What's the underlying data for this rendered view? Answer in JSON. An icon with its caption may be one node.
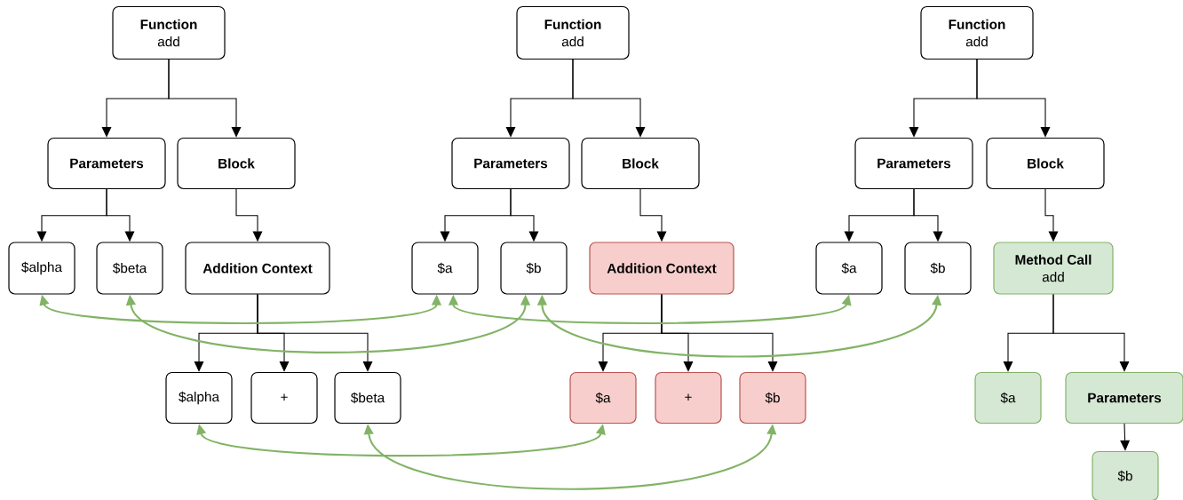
{
  "diagram": {
    "nodes": [
      {
        "text": [
          "Function",
          "add"
        ]
      },
      {
        "text": [
          "Parameters"
        ]
      },
      {
        "text": [
          "Block"
        ]
      },
      {
        "text": [
          "$alpha"
        ]
      },
      {
        "text": [
          "$beta"
        ]
      },
      {
        "text": [
          "Addition Context"
        ]
      },
      {
        "text": [
          "$alpha"
        ]
      },
      {
        "text": [
          "+"
        ]
      },
      {
        "text": [
          "$beta"
        ]
      },
      {
        "text": [
          "Function",
          "add"
        ]
      },
      {
        "text": [
          "Parameters"
        ]
      },
      {
        "text": [
          "Block"
        ]
      },
      {
        "text": [
          "$a"
        ]
      },
      {
        "text": [
          "$b"
        ]
      },
      {
        "text": [
          "Addition Context"
        ]
      },
      {
        "text": [
          "$a"
        ]
      },
      {
        "text": [
          "+"
        ]
      },
      {
        "text": [
          "$b"
        ]
      },
      {
        "text": [
          "Function",
          "add"
        ]
      },
      {
        "text": [
          "Parameters"
        ]
      },
      {
        "text": [
          "Block"
        ]
      },
      {
        "text": [
          "$a"
        ]
      },
      {
        "text": [
          "$b"
        ]
      },
      {
        "text": [
          "Method Call",
          "add"
        ]
      },
      {
        "text": [
          "$a"
        ]
      },
      {
        "text": [
          "Parameters"
        ]
      },
      {
        "text": [
          "$b"
        ]
      }
    ],
    "edges": [
      {
        "from": 0,
        "to": 1,
        "arrow": "to"
      },
      {
        "from": 0,
        "to": 2,
        "arrow": "to"
      },
      {
        "from": 1,
        "to": 3,
        "arrow": "to"
      },
      {
        "from": 1,
        "to": 4,
        "arrow": "to"
      },
      {
        "from": 2,
        "to": 5,
        "arrow": "to"
      },
      {
        "from": 5,
        "to": 6,
        "arrow": "to"
      },
      {
        "from": 5,
        "to": 7,
        "arrow": "to"
      },
      {
        "from": 5,
        "to": 8,
        "arrow": "to"
      },
      {
        "from": 9,
        "to": 10,
        "arrow": "to"
      },
      {
        "from": 9,
        "to": 11,
        "arrow": "to"
      },
      {
        "from": 10,
        "to": 12,
        "arrow": "to"
      },
      {
        "from": 10,
        "to": 13,
        "arrow": "to"
      },
      {
        "from": 11,
        "to": 14,
        "arrow": "to"
      },
      {
        "from": 14,
        "to": 15,
        "arrow": "to"
      },
      {
        "from": 14,
        "to": 16,
        "arrow": "to"
      },
      {
        "from": 14,
        "to": 17,
        "arrow": "to"
      },
      {
        "from": 18,
        "to": 19,
        "arrow": "to"
      },
      {
        "from": 18,
        "to": 20,
        "arrow": "to"
      },
      {
        "from": 19,
        "to": 21,
        "arrow": "to"
      },
      {
        "from": 19,
        "to": 22,
        "arrow": "to"
      },
      {
        "from": 20,
        "to": 23,
        "arrow": "to"
      },
      {
        "from": 23,
        "to": 24,
        "arrow": "to"
      },
      {
        "from": 23,
        "to": 25,
        "arrow": "to"
      },
      {
        "from": 25,
        "to": 26,
        "arrow": "to"
      },
      {
        "from": 3,
        "to": 12,
        "arrow": "both",
        "color": "#82b366"
      },
      {
        "from": 4,
        "to": 13,
        "arrow": "both",
        "color": "#82b366"
      },
      {
        "from": 12,
        "to": 21,
        "arrow": "both",
        "color": "#82b366"
      },
      {
        "from": 13,
        "to": 22,
        "arrow": "both",
        "color": "#82b366"
      },
      {
        "from": 6,
        "to": 15,
        "arrow": "both",
        "color": "#82b366"
      },
      {
        "from": 8,
        "to": 17,
        "arrow": "both",
        "color": "#82b366"
      }
    ]
  }
}
